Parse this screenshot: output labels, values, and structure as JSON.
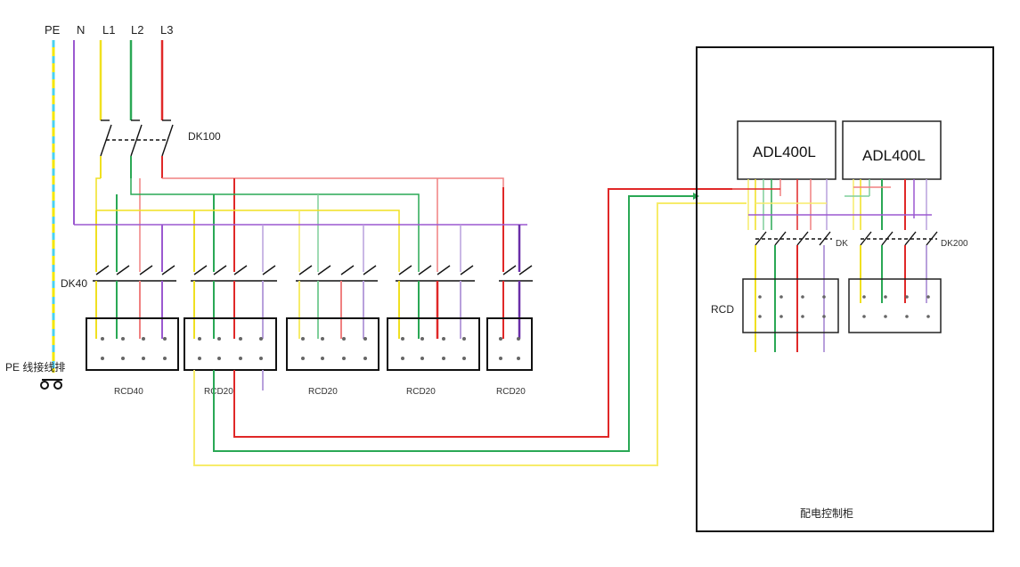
{
  "bus_labels": {
    "pe": "PE",
    "n": "N",
    "l1": "L1",
    "l2": "L2",
    "l3": "L3"
  },
  "pe_bar_label": "PE 线接线排",
  "main_switch_label": "DK100",
  "branch_switch_label": "DK40",
  "rcd_labels": [
    "RCD40",
    "RCD20",
    "RCD20",
    "RCD20",
    "RCD20"
  ],
  "cabinet": {
    "title": "配电控制柜",
    "meter_labels": [
      "ADL400L",
      "ADL400L"
    ],
    "switch_labels": [
      "DK",
      "DK200"
    ],
    "rcd_label": "RCD"
  },
  "colors": {
    "pe": "#f5e600",
    "pe_stripe": "#4ad0f0",
    "n": "#9b59d0",
    "l1": "#f0e020",
    "l2": "#2aa855",
    "l3": "#e02828",
    "n_light": "#b8a0dc",
    "l1_light": "#f7ec6a",
    "l2_light": "#7fcf9a",
    "l3_light": "#f08080"
  }
}
